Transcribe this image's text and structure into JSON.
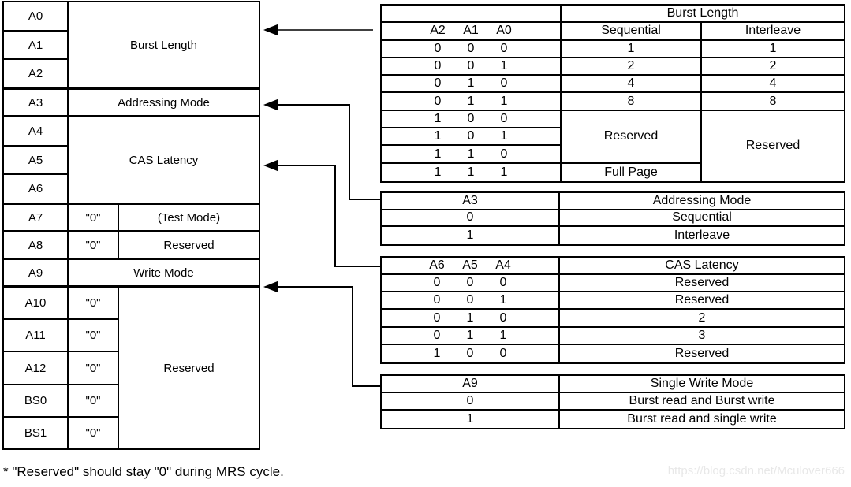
{
  "register_map": {
    "groups": [
      {
        "bits": [
          "A0",
          "A1",
          "A2"
        ],
        "function": "Burst Length"
      },
      {
        "bits": [
          "A3"
        ],
        "function": "Addressing Mode"
      },
      {
        "bits": [
          "A4",
          "A5",
          "A6"
        ],
        "function": "CAS Latency"
      },
      {
        "bits": [
          "A7"
        ],
        "value": "\"0\"",
        "function": "(Test Mode)"
      },
      {
        "bits": [
          "A8"
        ],
        "value": "\"0\"",
        "function": "Reserved"
      },
      {
        "bits": [
          "A9"
        ],
        "function": "Write Mode"
      },
      {
        "bits": [
          "A10",
          "A11",
          "A12",
          "BS0",
          "BS1"
        ],
        "values": [
          "\"0\"",
          "\"0\"",
          "\"0\"",
          "\"0\"",
          "\"0\""
        ],
        "function": "Reserved"
      }
    ]
  },
  "burst_length_table": {
    "title": "Burst Length",
    "bits_header": [
      "A2",
      "A1",
      "A0"
    ],
    "col_headers": [
      "Sequential",
      "Interleave"
    ],
    "rows": [
      {
        "bits": [
          "0",
          "0",
          "0"
        ],
        "sequential": "1",
        "interleave": "1"
      },
      {
        "bits": [
          "0",
          "0",
          "1"
        ],
        "sequential": "2",
        "interleave": "2"
      },
      {
        "bits": [
          "0",
          "1",
          "0"
        ],
        "sequential": "4",
        "interleave": "4"
      },
      {
        "bits": [
          "0",
          "1",
          "1"
        ],
        "sequential": "8",
        "interleave": "8"
      },
      {
        "bits": [
          "1",
          "0",
          "0"
        ]
      },
      {
        "bits": [
          "1",
          "0",
          "1"
        ]
      },
      {
        "bits": [
          "1",
          "1",
          "0"
        ]
      },
      {
        "bits": [
          "1",
          "1",
          "1"
        ],
        "sequential": "Full Page"
      }
    ],
    "sequential_reserved": "Reserved",
    "interleave_reserved": "Reserved"
  },
  "addressing_mode_table": {
    "bit_header": "A3",
    "title": "Addressing Mode",
    "rows": [
      {
        "bit": "0",
        "mode": "Sequential"
      },
      {
        "bit": "1",
        "mode": "Interleave"
      }
    ]
  },
  "cas_latency_table": {
    "title": "CAS Latency",
    "bits_header": [
      "A6",
      "A5",
      "A4"
    ],
    "rows": [
      {
        "bits": [
          "0",
          "0",
          "0"
        ],
        "value": "Reserved"
      },
      {
        "bits": [
          "0",
          "0",
          "1"
        ],
        "value": "Reserved"
      },
      {
        "bits": [
          "0",
          "1",
          "0"
        ],
        "value": "2"
      },
      {
        "bits": [
          "0",
          "1",
          "1"
        ],
        "value": "3"
      },
      {
        "bits": [
          "1",
          "0",
          "0"
        ],
        "value": "Reserved"
      }
    ]
  },
  "single_write_mode_table": {
    "bit_header": "A9",
    "title": "Single Write Mode",
    "rows": [
      {
        "bit": "0",
        "mode": "Burst read and Burst write"
      },
      {
        "bit": "1",
        "mode": "Burst read and single write"
      }
    ]
  },
  "footnote": "* \"Reserved\" should stay \"0\" during MRS cycle.",
  "watermark": "https://blog.csdn.net/Mculover666",
  "colors": {
    "line": "#000000",
    "background": "#ffffff",
    "watermark": "#e8e8e8"
  }
}
